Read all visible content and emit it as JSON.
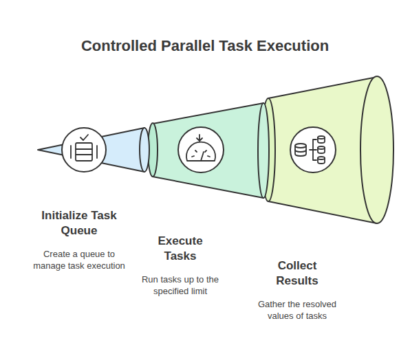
{
  "diagram": {
    "title": "Controlled Parallel Task Execution",
    "nodes": [
      {
        "text": [
          "Initialize Task Queue",
          "Create a queue to manage task execution"
        ]
      },
      {
        "text": [
          "Execute Tasks",
          "Run tasks up to the specified limit"
        ]
      },
      {
        "text": [
          "Collect Results",
          "Gather the resolved values of tasks"
        ]
      }
    ]
  }
}
